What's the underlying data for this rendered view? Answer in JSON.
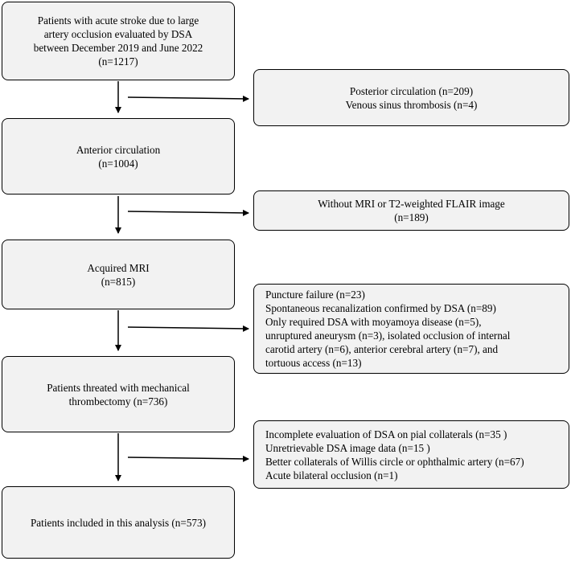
{
  "flowchart": {
    "main_boxes": [
      {
        "lines": [
          "Patients with acute stroke due to large",
          "artery occlusion evaluated by DSA",
          "between December 2019 and June 2022",
          "(n=1217)"
        ]
      },
      {
        "lines": [
          "Anterior circulation",
          "(n=1004)"
        ]
      },
      {
        "lines": [
          "Acquired MRI",
          "(n=815)"
        ]
      },
      {
        "lines": [
          "Patients threated with mechanical",
          "thrombectomy (n=736)"
        ]
      },
      {
        "lines": [
          "Patients included in this analysis (n=573)"
        ]
      }
    ],
    "exclusion_boxes": [
      {
        "lines": [
          "Posterior circulation (n=209)",
          "Venous sinus thrombosis (n=4)"
        ]
      },
      {
        "lines": [
          "Without MRI or T2-weighted FLAIR image",
          "(n=189)"
        ]
      },
      {
        "lines": [
          "Puncture failure (n=23)",
          "Spontaneous recanalization confirmed by DSA (n=89)",
          "Only required DSA with moyamoya disease (n=5),",
          "unruptured aneurysm (n=3), isolated occlusion of internal",
          "carotid artery (n=6), anterior cerebral artery (n=7),  and",
          "tortuous access (n=13)"
        ]
      },
      {
        "lines": [
          "Incomplete evaluation of DSA on pial collaterals  (n=35 )",
          "Unretrievable DSA image data (n=15 )",
          "Better collaterals of Willis circle or ophthalmic artery (n=67)",
          "Acute bilateral occlusion (n=1)"
        ]
      }
    ]
  }
}
